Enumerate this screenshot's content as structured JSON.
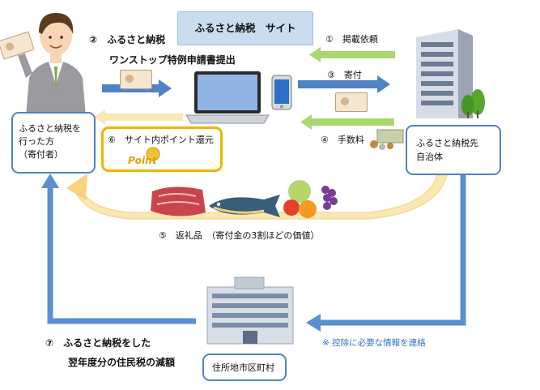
{
  "banner": {
    "title": "ふるさと納税　サイト"
  },
  "labels": {
    "step1": "①　掲載依頼",
    "step2_line1": "②　ふるさと納税",
    "step2_line2": "ワンストップ特例申請書提出",
    "step3": "③　寄付",
    "step4": "④　手数料",
    "step5": "⑤　返礼品　（寄付金の3割ほどの価値）",
    "step6": "⑥　サイト内ポイント還元",
    "step6_badge": "Point",
    "step7_line1": "⑦　ふるさと納税をした",
    "step7_line2": "翌年度分の住民税の減額",
    "note": "※ 控除に必要な情報を連絡"
  },
  "boxes": {
    "donor_line1": "ふるさと納税を",
    "donor_line2": "行った方",
    "donor_line3": "（寄付者）",
    "municipality_line1": "ふるさと納税先",
    "municipality_line2": "自治体",
    "residence": "住所地市区町村"
  },
  "colors": {
    "blue": "#4f83c4",
    "light_green": "#a8d86e",
    "light_yellow": "#fbe7b3",
    "gold": "#f0b400",
    "banner_bg": "#c9dcf0",
    "note_blue": "#2f74c0"
  },
  "icons": [
    "person-icon",
    "yen-bills-icon",
    "laptop-icon",
    "smartphone-icon",
    "building-icon",
    "tree-icon",
    "meat-icon",
    "fish-icon",
    "fruits-icon",
    "city-hall-icon",
    "coins-icon",
    "point-icon"
  ]
}
